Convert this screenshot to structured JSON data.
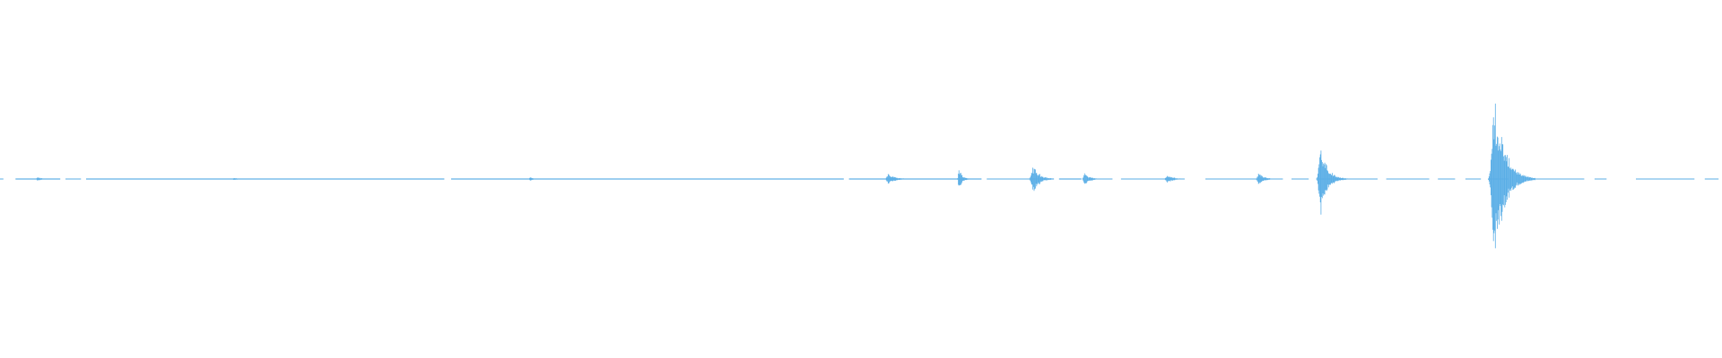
{
  "waveform": {
    "color": "#5aaee6",
    "background": "#ffffff",
    "baseline_amplitude": 0.006,
    "quiet_amplitude": 0.012,
    "segments": [
      {
        "start": 0.0,
        "end": 0.002,
        "level": 0.004
      },
      {
        "start": 0.009,
        "end": 0.035,
        "level": 0.006
      },
      {
        "start": 0.038,
        "end": 0.047,
        "level": 0.004
      },
      {
        "start": 0.05,
        "end": 0.258,
        "level": 0.006
      },
      {
        "start": 0.262,
        "end": 0.49,
        "level": 0.006
      },
      {
        "start": 0.493,
        "end": 0.57,
        "level": 0.006
      },
      {
        "start": 0.573,
        "end": 0.612,
        "level": 0.005
      },
      {
        "start": 0.615,
        "end": 0.628,
        "level": 0.006
      },
      {
        "start": 0.633,
        "end": 0.646,
        "level": 0.005
      },
      {
        "start": 0.651,
        "end": 0.688,
        "level": 0.005
      },
      {
        "start": 0.7,
        "end": 0.745,
        "level": 0.005
      },
      {
        "start": 0.75,
        "end": 0.76,
        "level": 0.004
      },
      {
        "start": 0.766,
        "end": 0.8,
        "level": 0.004
      },
      {
        "start": 0.805,
        "end": 0.83,
        "level": 0.004
      },
      {
        "start": 0.835,
        "end": 0.845,
        "level": 0.004
      },
      {
        "start": 0.851,
        "end": 0.86,
        "level": 0.004
      },
      {
        "start": 0.865,
        "end": 0.876,
        "level": 0.004
      },
      {
        "start": 0.89,
        "end": 0.92,
        "level": 0.004
      },
      {
        "start": 0.926,
        "end": 0.933,
        "level": 0.004
      },
      {
        "start": 0.95,
        "end": 0.984,
        "level": 0.004
      },
      {
        "start": 0.99,
        "end": 0.998,
        "level": 0.003
      }
    ],
    "bursts": [
      {
        "center": 0.022,
        "peak": 0.01,
        "width": 0.004
      },
      {
        "center": 0.136,
        "peak": 0.008,
        "width": 0.003
      },
      {
        "center": 0.308,
        "peak": 0.01,
        "width": 0.003
      },
      {
        "center": 0.516,
        "peak": 0.03,
        "width": 0.006
      },
      {
        "center": 0.557,
        "peak": 0.055,
        "width": 0.003
      },
      {
        "center": 0.6,
        "peak": 0.07,
        "width": 0.006
      },
      {
        "center": 0.63,
        "peak": 0.03,
        "width": 0.005
      },
      {
        "center": 0.678,
        "peak": 0.02,
        "width": 0.006
      },
      {
        "center": 0.731,
        "peak": 0.03,
        "width": 0.005
      },
      {
        "center": 0.767,
        "peak": 0.2,
        "width": 0.006
      },
      {
        "center": 0.868,
        "peak": 0.45,
        "width": 0.009
      }
    ]
  }
}
